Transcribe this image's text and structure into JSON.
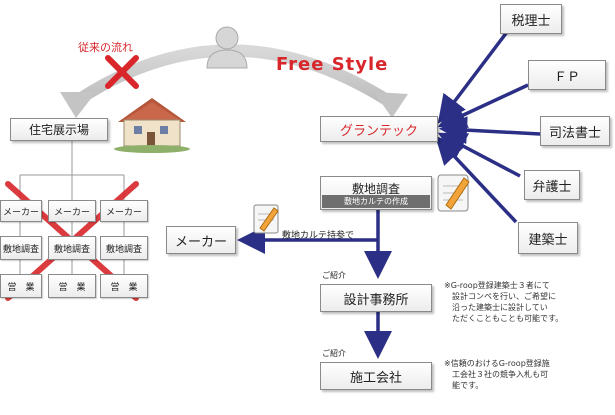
{
  "top": {
    "old_flow_label": "従来の流れ",
    "free_style": "Free Style"
  },
  "left": {
    "exhibition": "住宅展示場",
    "row_maker": [
      "メーカー",
      "メーカー",
      "メーカー"
    ],
    "row_survey": [
      "敷地調査",
      "敷地調査",
      "敷地調査"
    ],
    "row_sales": [
      "営　業",
      "営　業",
      "営　業"
    ]
  },
  "center": {
    "grantec": "グランテック",
    "site_survey": "敷地調査",
    "site_karte": "敷地カルテの作成",
    "maker": "メーカー",
    "karte_bring": "敷地カルテ持参で",
    "intro1": "ご紹介",
    "design_office": "設計事務所",
    "intro2": "ご紹介",
    "construction": "施工会社"
  },
  "right": {
    "experts": [
      "税理士",
      "ＦＰ",
      "司法書士",
      "弁護士",
      "建築士"
    ]
  },
  "notes": {
    "note1": [
      "※G-roop登録建築士３者にて",
      "設計コンペを行い、ご希望に",
      "沿った建築士に設計してい",
      "ただくこともことも可能です。"
    ],
    "note2": [
      "※信頼のおけるG-roop登録施",
      "工会社３社の競争入札も可",
      "能です。"
    ]
  },
  "colors": {
    "arrow_navy": "#2b2f86",
    "cross_red": "#d8262b",
    "free_style_red": "#d8262b",
    "gray_arc": "#c8c8c8"
  }
}
